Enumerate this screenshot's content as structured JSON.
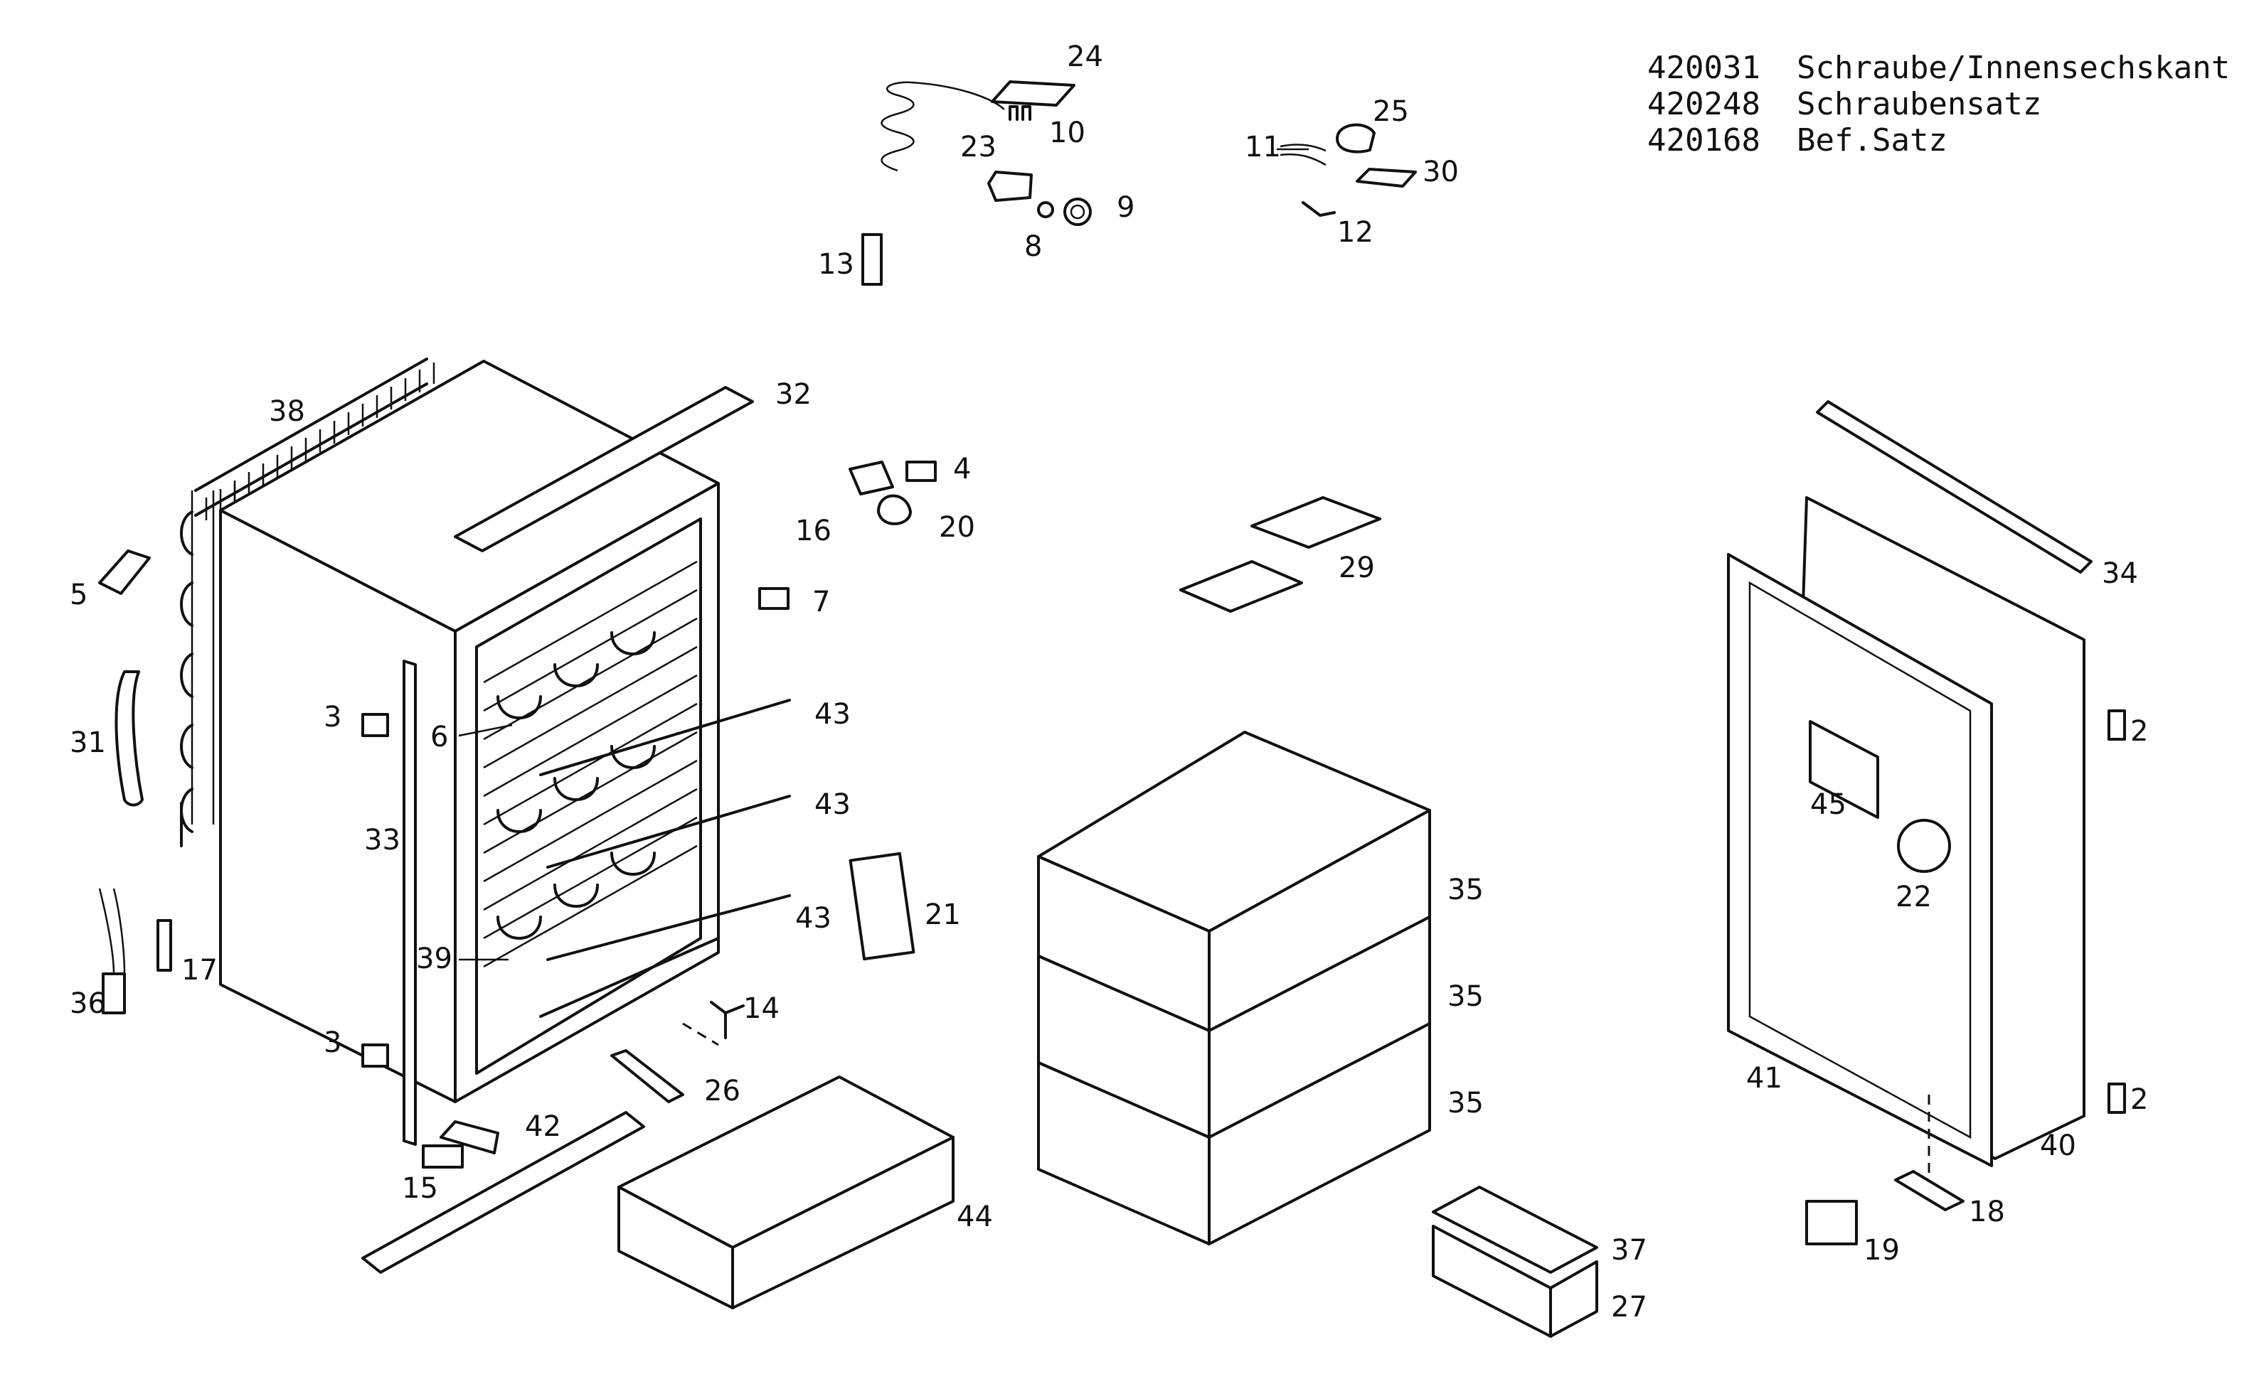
{
  "parts_list": [
    {
      "code": "420031",
      "description": "Schraube/Innensechskant"
    },
    {
      "code": "420248",
      "description": "Schraubensatz"
    },
    {
      "code": "420168",
      "description": "Bef.Satz"
    }
  ],
  "callouts": [
    {
      "id": "c24",
      "text": "24"
    },
    {
      "id": "c10",
      "text": "10"
    },
    {
      "id": "c23",
      "text": "23"
    },
    {
      "id": "c9",
      "text": "9"
    },
    {
      "id": "c8",
      "text": "8"
    },
    {
      "id": "c13",
      "text": "13"
    },
    {
      "id": "c25",
      "text": "25"
    },
    {
      "id": "c11",
      "text": "11"
    },
    {
      "id": "c30",
      "text": "30"
    },
    {
      "id": "c12",
      "text": "12"
    },
    {
      "id": "c38",
      "text": "38"
    },
    {
      "id": "c32",
      "text": "32"
    },
    {
      "id": "c4",
      "text": "4"
    },
    {
      "id": "c20",
      "text": "20"
    },
    {
      "id": "c16",
      "text": "16"
    },
    {
      "id": "c5",
      "text": "5"
    },
    {
      "id": "c7",
      "text": "7"
    },
    {
      "id": "c29",
      "text": "29"
    },
    {
      "id": "c34",
      "text": "34"
    },
    {
      "id": "c31",
      "text": "31"
    },
    {
      "id": "c3a",
      "text": "3"
    },
    {
      "id": "c6",
      "text": "6"
    },
    {
      "id": "c43a",
      "text": "43"
    },
    {
      "id": "c43b",
      "text": "43"
    },
    {
      "id": "c43c",
      "text": "43"
    },
    {
      "id": "c33",
      "text": "33"
    },
    {
      "id": "c21",
      "text": "21"
    },
    {
      "id": "c39",
      "text": "39"
    },
    {
      "id": "c36",
      "text": "36"
    },
    {
      "id": "c17",
      "text": "17"
    },
    {
      "id": "c14",
      "text": "14"
    },
    {
      "id": "c3b",
      "text": "3"
    },
    {
      "id": "c26",
      "text": "26"
    },
    {
      "id": "c42",
      "text": "42"
    },
    {
      "id": "c15",
      "text": "15"
    },
    {
      "id": "c44",
      "text": "44"
    },
    {
      "id": "c35a",
      "text": "35"
    },
    {
      "id": "c35b",
      "text": "35"
    },
    {
      "id": "c35c",
      "text": "35"
    },
    {
      "id": "c37",
      "text": "37"
    },
    {
      "id": "c27",
      "text": "27"
    },
    {
      "id": "c2a",
      "text": "2"
    },
    {
      "id": "c2b",
      "text": "2"
    },
    {
      "id": "c45",
      "text": "45"
    },
    {
      "id": "c22",
      "text": "22"
    },
    {
      "id": "c41",
      "text": "41"
    },
    {
      "id": "c40",
      "text": "40"
    },
    {
      "id": "c18",
      "text": "18"
    },
    {
      "id": "c19",
      "text": "19"
    }
  ]
}
